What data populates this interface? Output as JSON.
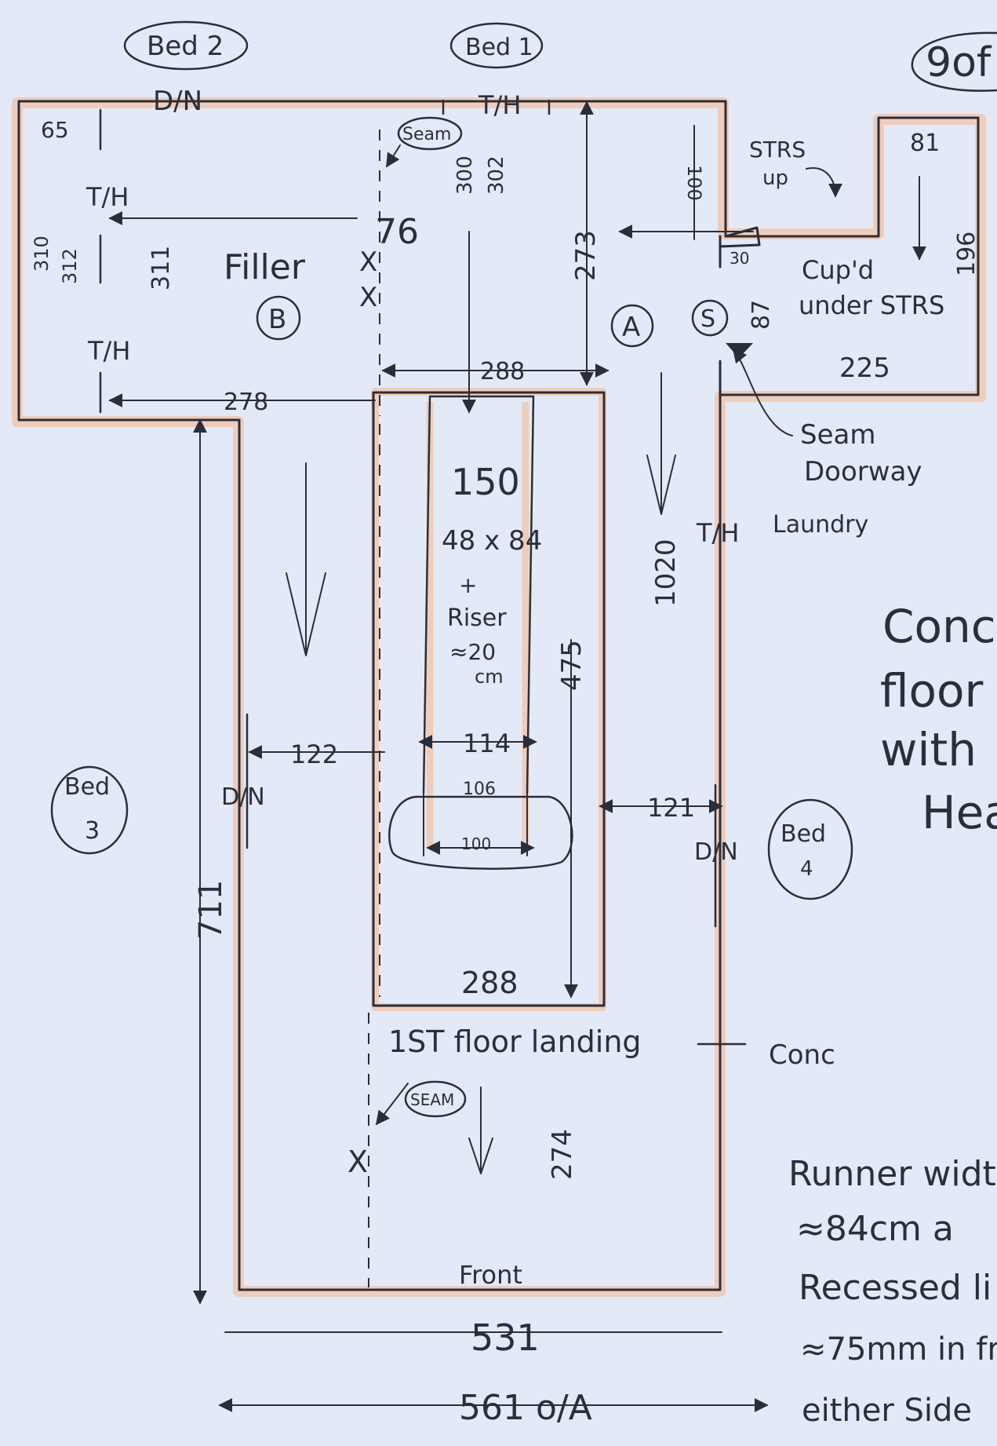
{
  "rooms": {
    "bed2": "Bed 2",
    "bed1": "Bed 1",
    "bed3_line1": "Bed",
    "bed3_line2": "3",
    "bed4_line1": "Bed",
    "bed4_line2": "4"
  },
  "corner_note": "9of",
  "door_labels": {
    "dn_top": "D/N",
    "dn_left": "D/N",
    "dn_right": "D/N",
    "th_top": "T/H",
    "th_left1": "T/H",
    "th_left2": "T/H",
    "th_right": "T/H"
  },
  "notes": {
    "seam_top": "Seam",
    "seam_bottom": "SEAM",
    "seam_doorway_1": "Seam",
    "seam_doorway_2": "Doorway",
    "strs_1": "STRS",
    "strs_2": "up",
    "cupd_1": "Cup'd",
    "cupd_2": "under STRS",
    "filler": "Filler",
    "laundry": "Laundry",
    "landing": "1ST floor landing",
    "front": "Front",
    "conc": "Conc",
    "riser_1": "+",
    "riser_2": "Riser",
    "riser_3": "≈20",
    "riser_4": "cm",
    "concrete_1": "Concre",
    "concrete_2": "floor",
    "concrete_3": "with",
    "concrete_4": "Hea",
    "runner_1": "Runner width",
    "runner_2": "≈84cm a",
    "runner_3": "Recessed li",
    "runner_4": "≈75mm in fr",
    "runner_5": "either Side"
  },
  "zones": {
    "a": "A",
    "b": "B",
    "s": "S"
  },
  "marks": {
    "x1": "X",
    "x2": "X",
    "x3": "X"
  },
  "dimensions": {
    "d65": "65",
    "d300": "300",
    "d302": "302",
    "d76": "76",
    "d273": "273",
    "d100": "100",
    "d81": "81",
    "d196": "196",
    "d30": "30",
    "d87": "87",
    "d225": "225",
    "d310": "310",
    "d312": "312",
    "d311": "311",
    "d288_top": "288",
    "d278": "278",
    "d150": "150",
    "d48x84": "48 x 84",
    "d475": "475",
    "d1020": "1020",
    "d122": "122",
    "d114": "114",
    "d106": "106",
    "d100_small": "100",
    "d121": "121",
    "d711": "711",
    "d288_bottom": "288",
    "d274": "274",
    "d531": "531",
    "d561": "561 o/A"
  }
}
